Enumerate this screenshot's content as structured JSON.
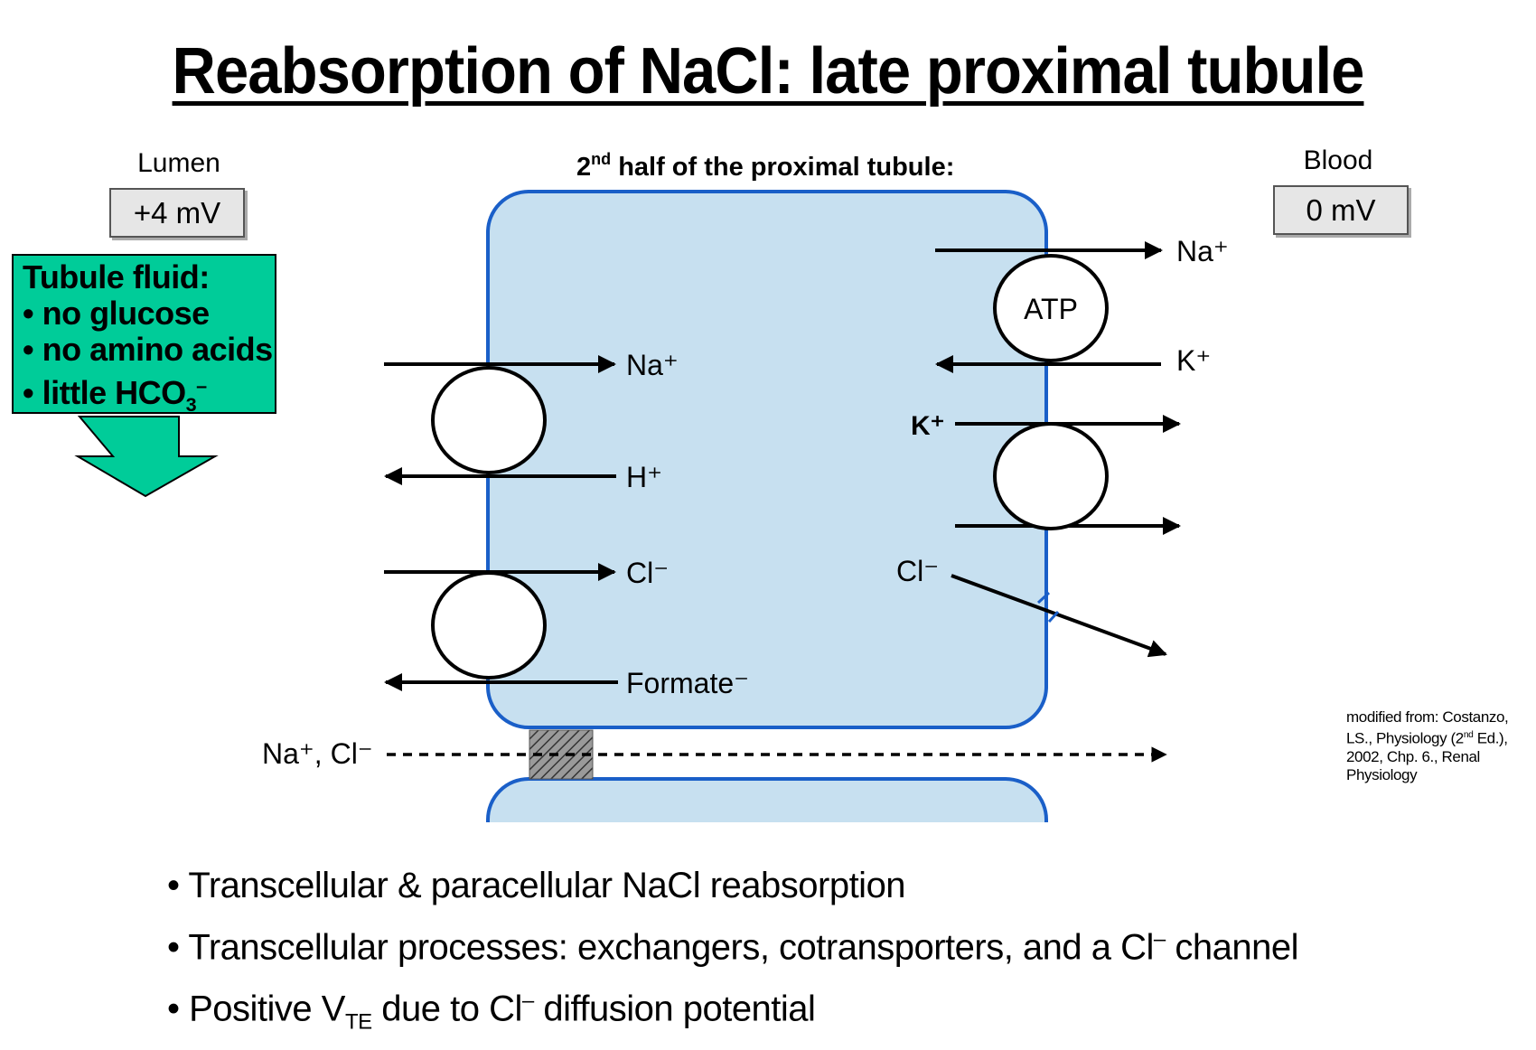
{
  "title": "Reabsorption of NaCl: late proximal tubule",
  "subtitle": {
    "pre": "2",
    "sup": "nd",
    "post": " half of the proximal tubule:"
  },
  "lumen": {
    "label": "Lumen",
    "voltage": "+4 mV"
  },
  "blood": {
    "label": "Blood",
    "voltage": "0 mV"
  },
  "tubule_fluid": {
    "heading": "Tubule fluid:",
    "items": [
      "• no glucose",
      "• no amino acids",
      "• little HCO"
    ],
    "hco3_sub": "3",
    "hco3_sup": "–"
  },
  "labels": {
    "apical_na": "Na⁺",
    "apical_h": "H⁺",
    "apical_cl": "Cl⁻",
    "apical_formate": "Formate⁻",
    "atp": "ATP",
    "baso_na": "Na⁺",
    "baso_k_in": "K⁺",
    "baso_k_out": "K⁺",
    "baso_cl": "Cl⁻",
    "paracellular": "Na⁺, Cl⁻"
  },
  "citation": {
    "line1": "modified from: Costanzo,",
    "line2_pre": "LS., Physiology (2",
    "line2_sup": "nd",
    "line2_post": " Ed.),",
    "line3": "2002, Chp. 6., Renal",
    "line4": "Physiology"
  },
  "bullets": {
    "b1": "• Transcellular & paracellular NaCl reabsorption",
    "b2_pre": "• Transcellular processes: exchangers, cotransporters, and a Cl",
    "b2_sup": "–",
    "b2_post": " channel",
    "b3_pre": "• Positive V",
    "b3_sub": "TE",
    "b3_mid": " due to Cl",
    "b3_sup": "–",
    "b3_post": " diffusion potential"
  },
  "colors": {
    "cell_fill": "#c7e0f0",
    "cell_border": "#1a5fc8",
    "fluid_box": "#00cc99",
    "junction": "#888888"
  }
}
